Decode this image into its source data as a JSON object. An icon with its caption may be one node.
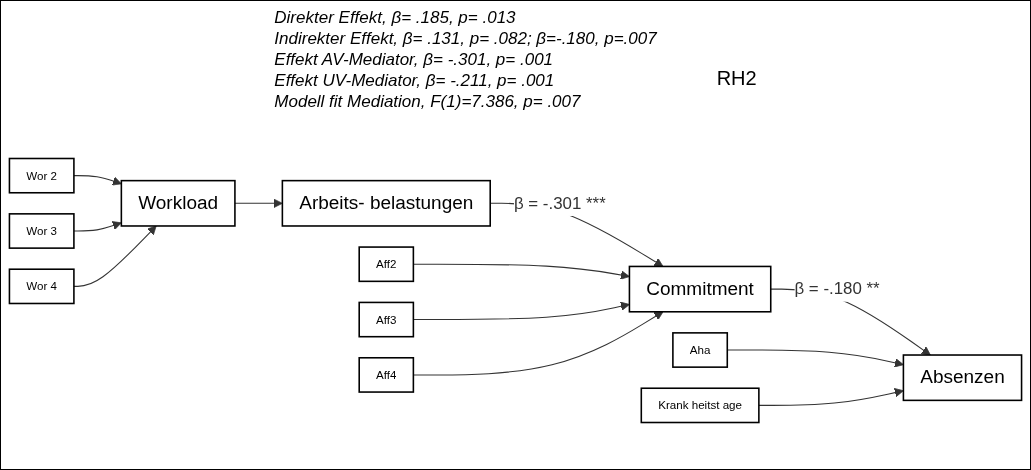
{
  "diagram": {
    "nodes": [
      {
        "text": [
          "Wor 2"
        ]
      },
      {
        "text": [
          "Wor 3"
        ]
      },
      {
        "text": [
          "Wor 4"
        ]
      },
      {
        "text": [
          "Workload"
        ]
      },
      {
        "text": [
          "Arbeits- belastungen"
        ]
      },
      {
        "text": [
          "Commitment"
        ]
      },
      {
        "text": [
          "Absenzen"
        ]
      },
      {
        "text": [
          "Aha"
        ]
      },
      {
        "text": [
          "Krank heitst age"
        ]
      },
      {
        "text": [
          "Aff2"
        ]
      },
      {
        "text": [
          "Aff3"
        ]
      },
      {
        "text": [
          "Aff4"
        ]
      }
    ],
    "edges": [
      {
        "from": 0,
        "to": 3,
        "arrow": "to"
      },
      {
        "from": 1,
        "to": 3,
        "arrow": "to"
      },
      {
        "from": 2,
        "to": 3,
        "arrow": "to"
      },
      {
        "from": 3,
        "to": 4,
        "arrow": "to"
      },
      {
        "from": 4,
        "to": 5,
        "arrow": "to",
        "label": "β = -.301 ***"
      },
      {
        "from": 5,
        "to": 6,
        "arrow": "to",
        "label": "β = -.180 **"
      },
      {
        "from": 7,
        "to": 6,
        "arrow": "to"
      },
      {
        "from": 8,
        "to": 6,
        "arrow": "to"
      },
      {
        "from": 9,
        "to": 5,
        "arrow": "to"
      },
      {
        "from": 10,
        "to": 5,
        "arrow": "to"
      },
      {
        "from": 11,
        "to": 5,
        "arrow": "to"
      }
    ],
    "labels": [
      "Direkter Effekt, β= .185, p= .013",
      "Indirekter Effekt, β= .131, p= .082; β=-.180, p=.007",
      "Effekt AV-Mediator, β= -.301, p= .001",
      "Effekt UV-Mediator, β= -.211, p= .001",
      "Modell fit Mediation, F(1)=7.386, p= .007",
      "RH2"
    ]
  }
}
